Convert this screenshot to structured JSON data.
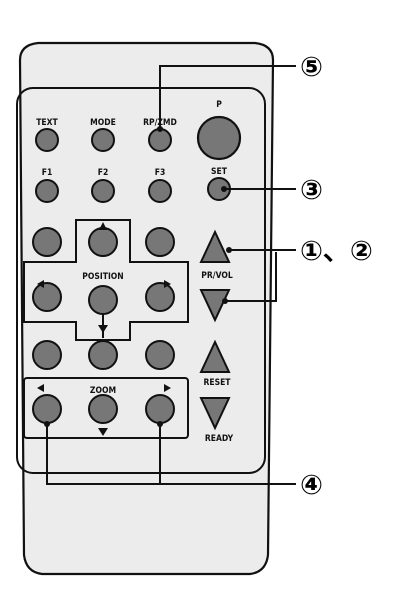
{
  "remote": {
    "row1": {
      "text": "TEXT",
      "mode": "MODE",
      "rp_zoom": "RP/ZMD",
      "p": "P"
    },
    "row2": {
      "btn1": "F1",
      "btn2": "F2",
      "btn3": "F3",
      "set": "SET"
    },
    "position_label": "POSITION",
    "pr_vol_label": "PR/VOL",
    "reset_label": "RESET",
    "zoom_label": "ZOOM",
    "ready_label": "READY"
  },
  "callouts": {
    "c5": "⑤",
    "c3": "③",
    "c12": "①、②",
    "c4": "④"
  }
}
